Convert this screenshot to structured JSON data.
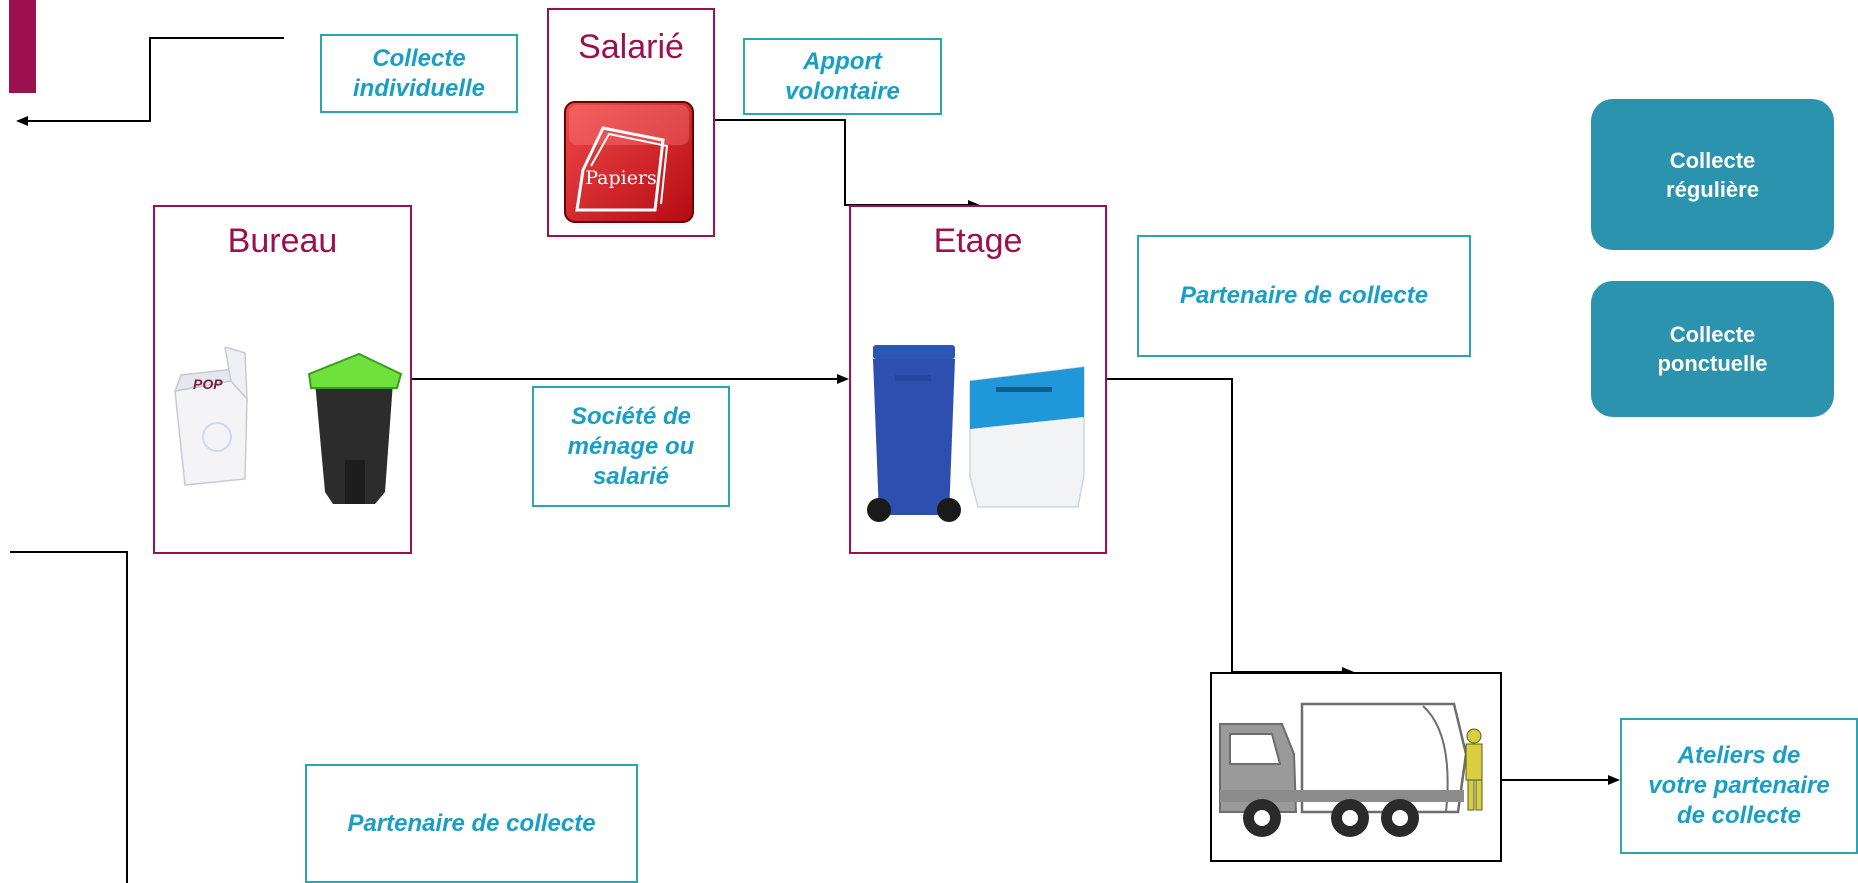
{
  "nodes": {
    "salarie": {
      "title": "Salarié",
      "icon_text": "Papiers"
    },
    "bureau": {
      "title": "Bureau",
      "bin_text": "POP"
    },
    "etage": {
      "title": "Etage"
    }
  },
  "labels": {
    "collecte_individuelle": "Collecte\nindividuelle",
    "apport_volontaire": "Apport\nvolontaire",
    "partenaire_top": "Partenaire de collecte",
    "societe_menage": "Société de\nménage ou\nsalarié",
    "partenaire_bottom": "Partenaire de collecte",
    "ateliers": "Ateliers de\nvotre partenaire\nde collecte"
  },
  "legend": {
    "reguliere": "Collecte\nrégulière",
    "ponctuelle": "Collecte\nponctuelle"
  },
  "colors": {
    "node_border": "#9c1050",
    "label_border": "#2aa5b2",
    "label_text": "#199fc6",
    "legend_bg": "#2c93ae"
  }
}
